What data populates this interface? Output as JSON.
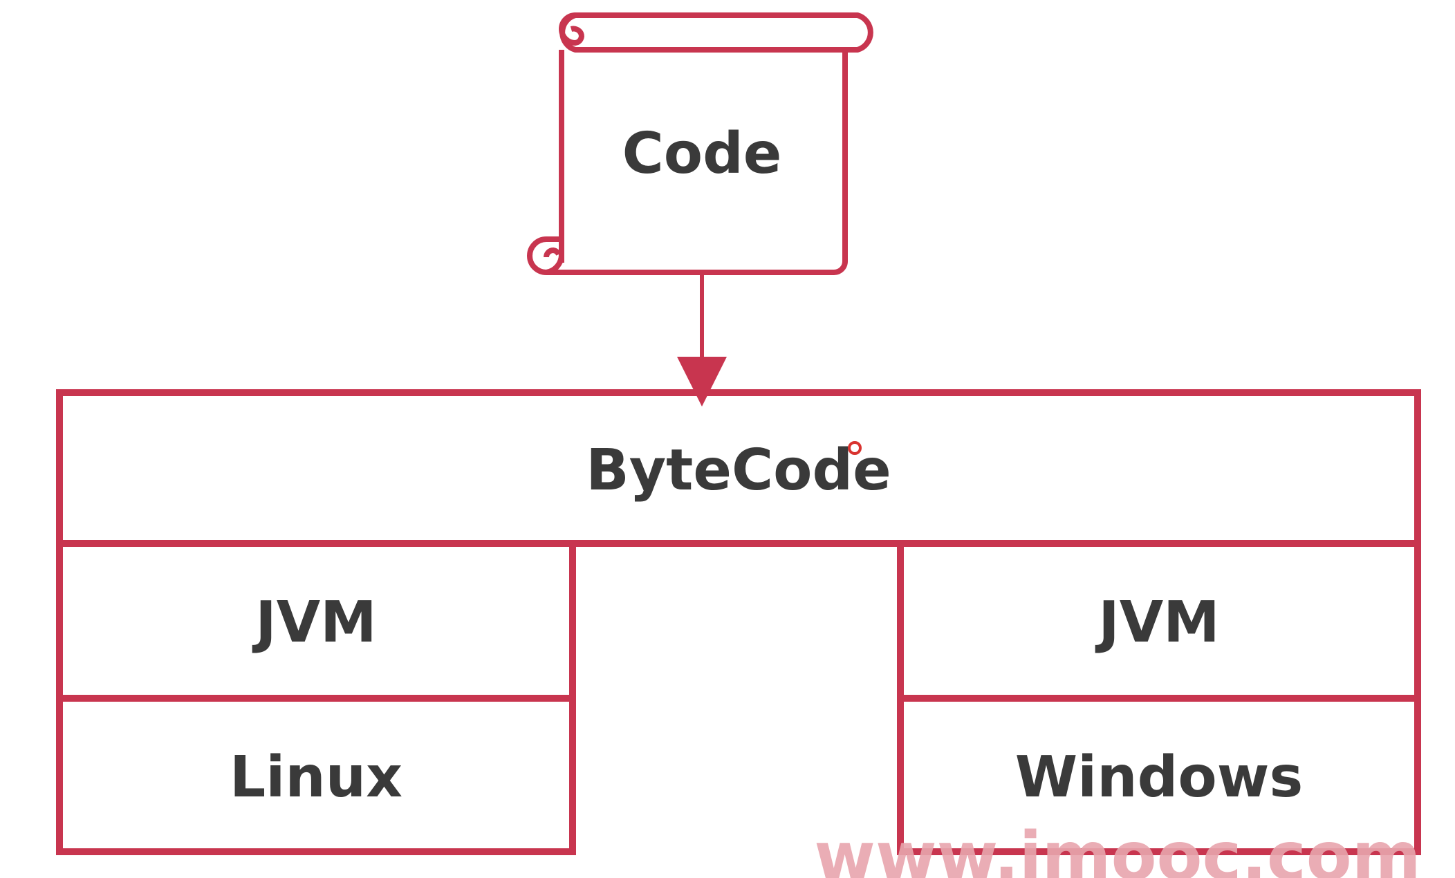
{
  "diagram": {
    "accent_color": "#c8354f",
    "text_color": "#3a3a3a",
    "code_box": {
      "label": "Code",
      "icon": "scroll-icon"
    },
    "bytecode_box": {
      "label": "ByteCode"
    },
    "left_stack": {
      "jvm_label": "JVM",
      "os_label": "Linux"
    },
    "right_stack": {
      "jvm_label": "JVM",
      "os_label": "Windows"
    }
  },
  "watermark": {
    "text": "www.imooc.com",
    "color": "#e8a5ad"
  }
}
